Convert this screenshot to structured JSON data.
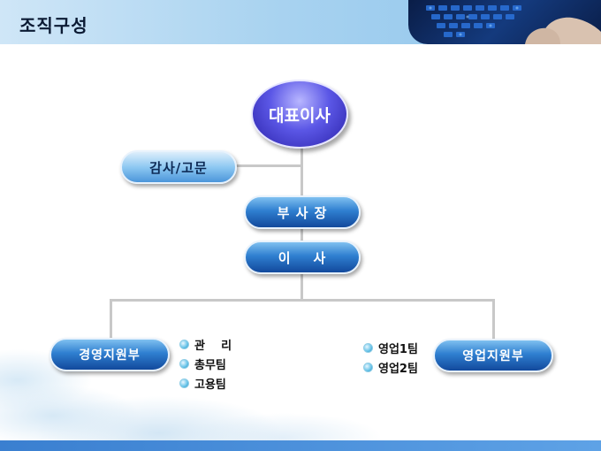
{
  "header": {
    "title": "조직구성"
  },
  "org": {
    "ceo": "대표이사",
    "auditor": "감사/고문",
    "vice_president": "부 사 장",
    "director": "이    사",
    "left_dept": "경영지원부",
    "right_dept": "영업지원부",
    "left_teams": [
      "관    리",
      "총무팀",
      "고용팀"
    ],
    "right_teams": [
      "영업1팀",
      "영업2팀"
    ]
  },
  "colors": {
    "accent_blue": "#2f7fd0",
    "ceo_purple": "#5b57e6",
    "line_gray": "#c8c8c8"
  }
}
